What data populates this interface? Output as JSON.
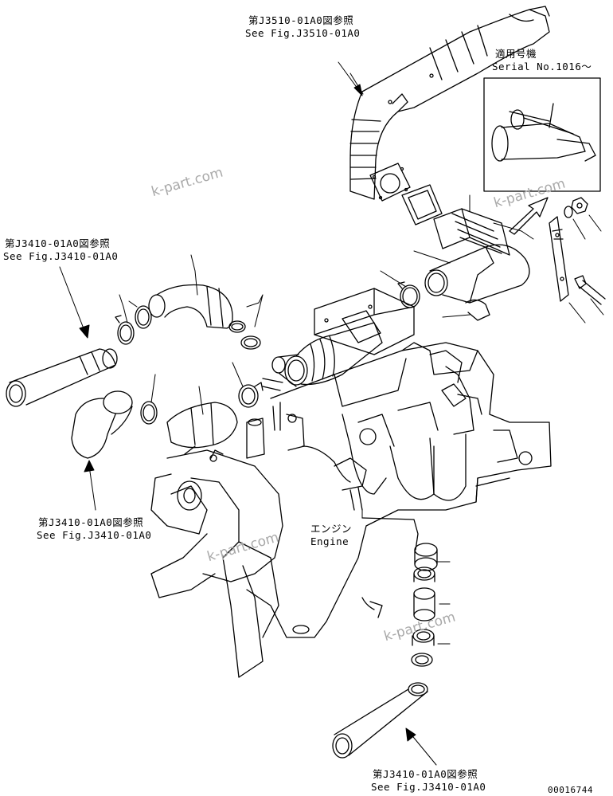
{
  "labels": {
    "ref_top_jp": "第J3510-01A0図参照",
    "ref_top_en": "See Fig.J3510-01A0",
    "serial_jp": "適用号機",
    "serial_en": "Serial No.1016～",
    "ref_left_jp": "第J3410-01A0図参照",
    "ref_left_en": "See Fig.J3410-01A0",
    "ref_mid_jp": "第J3410-01A0図参照",
    "ref_mid_en": "See Fig.J3410-01A0",
    "engine_jp": "エンジン",
    "engine_en": "Engine",
    "ref_bottom_jp": "第J3410-01A0図参照",
    "ref_bottom_en": "See Fig.J3410-01A0",
    "drawing_no": "00016744"
  },
  "watermarks": [
    "k-part.com",
    "k-part.com",
    "k-part.com",
    "k-part.com"
  ]
}
